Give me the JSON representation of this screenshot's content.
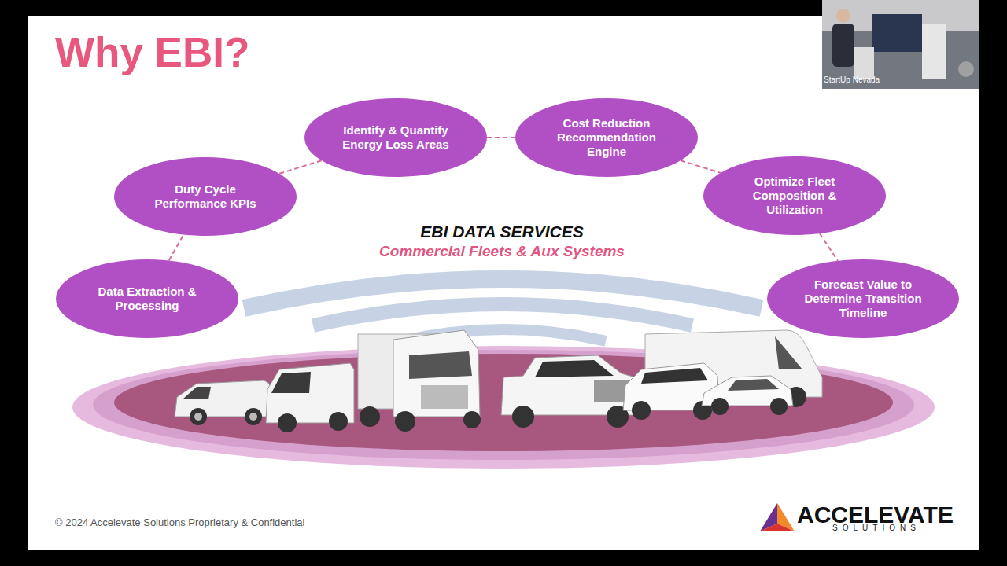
{
  "diagram": {
    "title": "Why EBI?",
    "nodes": [
      {
        "text": [
          "Data Extraction & Processing"
        ]
      },
      {
        "text": [
          "Duty Cycle Performance KPIs"
        ]
      },
      {
        "text": [
          "Identify & Quantify Energy Loss Areas"
        ]
      },
      {
        "text": [
          "Cost Reduction Recommendation Engine"
        ]
      },
      {
        "text": [
          "Optimize Fleet Composition & Utilization"
        ]
      },
      {
        "text": [
          "Forecast Value to Determine Transition Timeline"
        ]
      }
    ],
    "edges": [
      {
        "from": 0,
        "to": 1,
        "arrow": "none"
      },
      {
        "from": 1,
        "to": 2,
        "arrow": "none"
      },
      {
        "from": 2,
        "to": 3,
        "arrow": "none"
      },
      {
        "from": 3,
        "to": 4,
        "arrow": "none"
      },
      {
        "from": 4,
        "to": 5,
        "arrow": "none"
      }
    ],
    "labels": [
      "EBI DATA SERVICES",
      "Commercial Fleets & Aux Systems",
      "© 2024 Accelevate Solutions Proprietary & Confidential",
      "ACCELEVATE",
      "SOLUTIONS",
      "StartUp Nevada"
    ]
  }
}
